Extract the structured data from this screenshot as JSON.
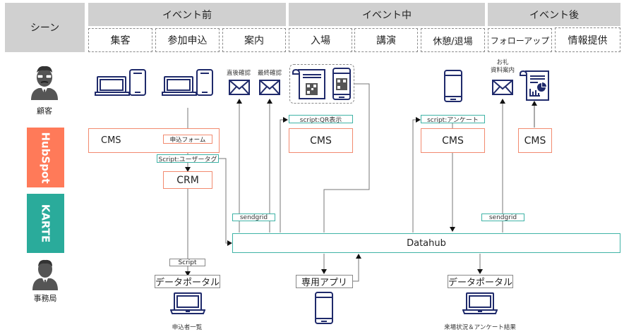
{
  "header": {
    "scene_label": "シーン",
    "phases": [
      {
        "label": "イベント前",
        "steps": [
          "集客",
          "参加申込",
          "案内"
        ]
      },
      {
        "label": "イベント中",
        "steps": [
          "入場",
          "講演",
          "休憩/退場"
        ]
      },
      {
        "label": "イベント後",
        "steps": [
          "フォローアップ",
          "情報提供"
        ]
      }
    ]
  },
  "lanes": {
    "customer": "顧客",
    "hubspot": "HubSpot",
    "karte": "KARTE",
    "office": "事務局"
  },
  "colors": {
    "hubspot": "#ff7a59",
    "karte": "#2aab9b",
    "header_bg": "#d0d0d0",
    "icon_navy": "#1f2a6b",
    "orange_border": "#f28a6f",
    "teal_border": "#3fb3a6"
  },
  "icons": {
    "customer_avatar": "person-glasses-icon",
    "office_avatar": "person-suit-icon",
    "devices": "laptop-smartphone-icon",
    "mail": "envelope-icon",
    "qr_ticket": "qr-ticket-icon",
    "qr_phone": "qr-smartphone-icon",
    "smartphone": "smartphone-icon",
    "report": "report-document-icon",
    "laptop": "laptop-icon"
  },
  "mail_labels": {
    "immediate": "直後確認",
    "final": "最終確認",
    "thanks_line1": "お礼",
    "thanks_line2": "資料案内"
  },
  "hubspot_boxes": {
    "cms1": "CMS",
    "form": "申込フォーム",
    "user_tag": "Script:ユーザータグ",
    "crm": "CRM",
    "cms2": "CMS",
    "qr_script": "script:QR表示",
    "cms3": "CMS",
    "survey_script": "script:アンケート",
    "cms4": "CMS"
  },
  "karte_boxes": {
    "sendgrid1": "sendgrid",
    "sendgrid2": "sendgrid",
    "datahub": "Datahub"
  },
  "office_boxes": {
    "script": "Script",
    "portal1": "データポータル",
    "app": "専用アプリ",
    "portal2": "データポータル",
    "portal1_caption": "申込者一覧",
    "portal2_caption": "来場状況＆アンケート結果"
  }
}
